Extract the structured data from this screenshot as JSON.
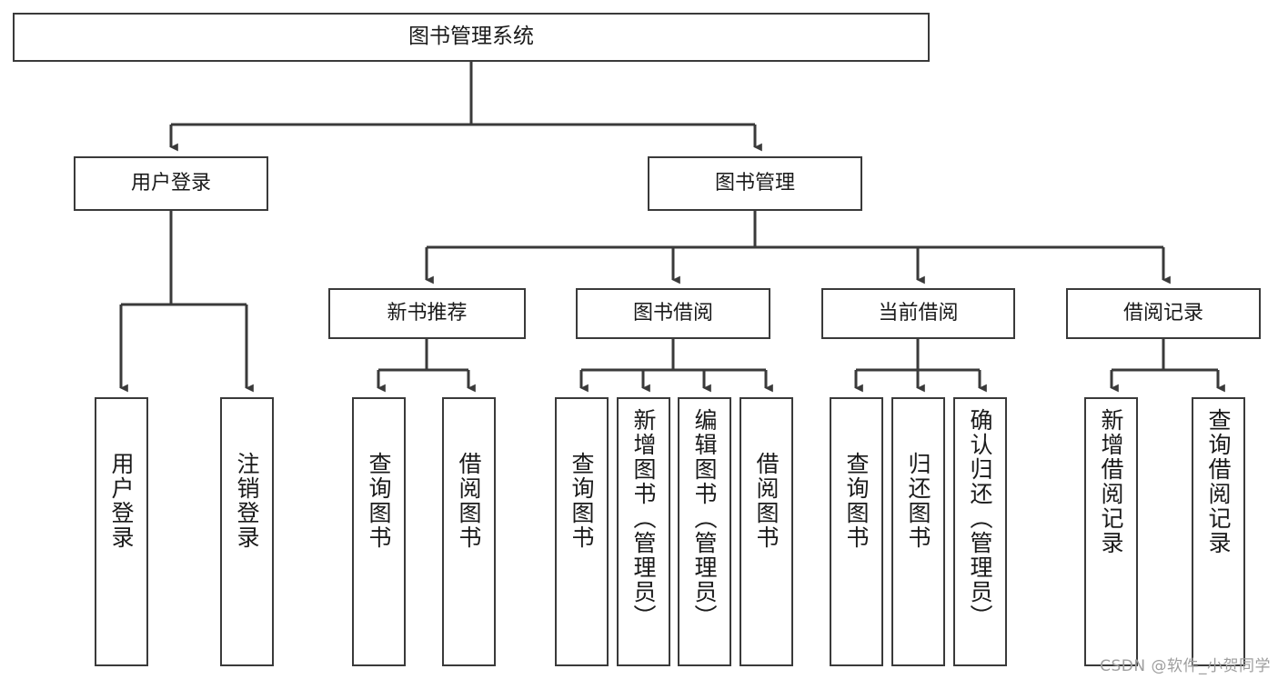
{
  "diagram": {
    "title": "图书管理系统",
    "type": "tree",
    "watermark": "CSDN @软件_小贺同学",
    "colors": {
      "stroke": "#3a3a3a",
      "fill": "#ffffff",
      "text": "#1a1a1a",
      "watermark": "#9e9e9e"
    },
    "nodes": {
      "root": {
        "label": "图书管理系统"
      },
      "level2": [
        {
          "id": "user-login",
          "label": "用户登录"
        },
        {
          "id": "book-management",
          "label": "图书管理"
        }
      ],
      "level3": [
        {
          "id": "new-book-recommend",
          "label": "新书推荐"
        },
        {
          "id": "book-borrow",
          "label": "图书借阅"
        },
        {
          "id": "current-borrow",
          "label": "当前借阅"
        },
        {
          "id": "borrow-record",
          "label": "借阅记录"
        }
      ],
      "leaves": [
        {
          "id": "leaf-user-login",
          "label": "用户登录",
          "parent": "user-login"
        },
        {
          "id": "leaf-user-logout",
          "label": "注销登录",
          "parent": "user-login"
        },
        {
          "id": "leaf-query-book-1",
          "label": "查询图书",
          "parent": "new-book-recommend"
        },
        {
          "id": "leaf-borrow-book-1",
          "label": "借阅图书",
          "parent": "new-book-recommend"
        },
        {
          "id": "leaf-query-book-2",
          "label": "查询图书",
          "parent": "book-borrow"
        },
        {
          "id": "leaf-add-book",
          "label": "新增图书（管理员）",
          "parent": "book-borrow"
        },
        {
          "id": "leaf-edit-book",
          "label": "编辑图书（管理员）",
          "parent": "book-borrow"
        },
        {
          "id": "leaf-borrow-book-2",
          "label": "借阅图书",
          "parent": "book-borrow"
        },
        {
          "id": "leaf-query-book-3",
          "label": "查询图书",
          "parent": "current-borrow"
        },
        {
          "id": "leaf-return-book",
          "label": "归还图书",
          "parent": "current-borrow"
        },
        {
          "id": "leaf-confirm-return",
          "label": "确认归还（管理员）",
          "parent": "current-borrow"
        },
        {
          "id": "leaf-add-record",
          "label": "新增借阅记录",
          "parent": "borrow-record"
        },
        {
          "id": "leaf-query-record",
          "label": "查询借阅记录",
          "parent": "borrow-record"
        }
      ]
    }
  }
}
